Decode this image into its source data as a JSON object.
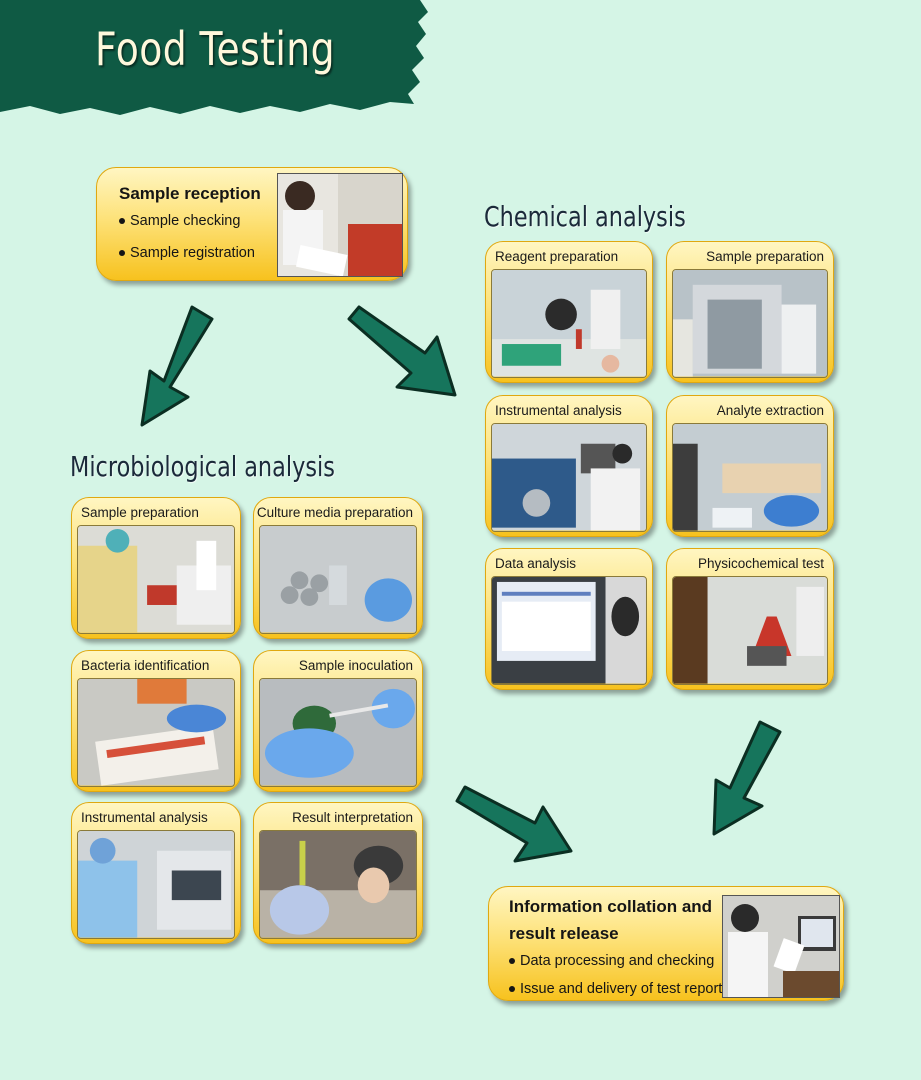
{
  "title": "Food Testing",
  "colors": {
    "banner": "#0f5a44",
    "background": "#d5f5e6",
    "card_top": "#fff6c2",
    "card_bottom": "#f7c21e",
    "arrow": "#16755c"
  },
  "reception": {
    "title": "Sample reception",
    "items": [
      "Sample checking",
      "Sample registration"
    ]
  },
  "chemical": {
    "title": "Chemical analysis",
    "steps": [
      "Reagent preparation",
      "Sample preparation",
      "Instrumental analysis",
      "Analyte extraction",
      "Data analysis",
      "Physicochemical test"
    ]
  },
  "micro": {
    "title": "Microbiological analysis",
    "steps": [
      "Sample preparation",
      "Culture media preparation",
      "Bacteria identification",
      "Sample inoculation",
      "Instrumental analysis",
      "Result interpretation"
    ]
  },
  "release": {
    "title_line1": "Information collation and",
    "title_line2": "result release",
    "items": [
      "Data processing and checking",
      "Issue and delivery of test report"
    ]
  }
}
